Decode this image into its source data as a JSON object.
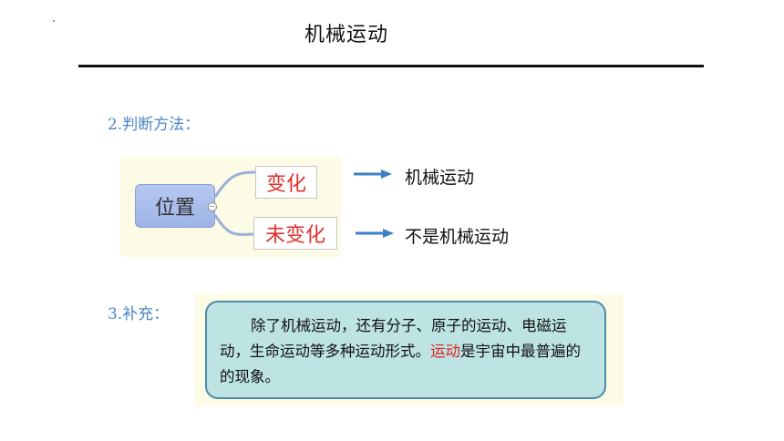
{
  "slide": {
    "title": "机械运动",
    "section2": "2.判断方法：",
    "section3": "3.补充：",
    "mindmap": {
      "root": "位置",
      "collapse_symbol": "−",
      "branch_changed": "变化",
      "branch_unchanged": "未变化"
    },
    "results": {
      "changed": "机械运动",
      "unchanged": "不是机械运动"
    },
    "supplement": {
      "text_before": "除了机械运动，还有分子、原子的运动、电磁运动，生命运动等多种运动形式。",
      "highlight": "运动",
      "text_after": "是宇宙中最普遍的的现象。"
    },
    "colors": {
      "section_blue": "#4b86c5",
      "highlight_red": "#e02020",
      "arrow_blue": "#3d7fc5"
    }
  }
}
